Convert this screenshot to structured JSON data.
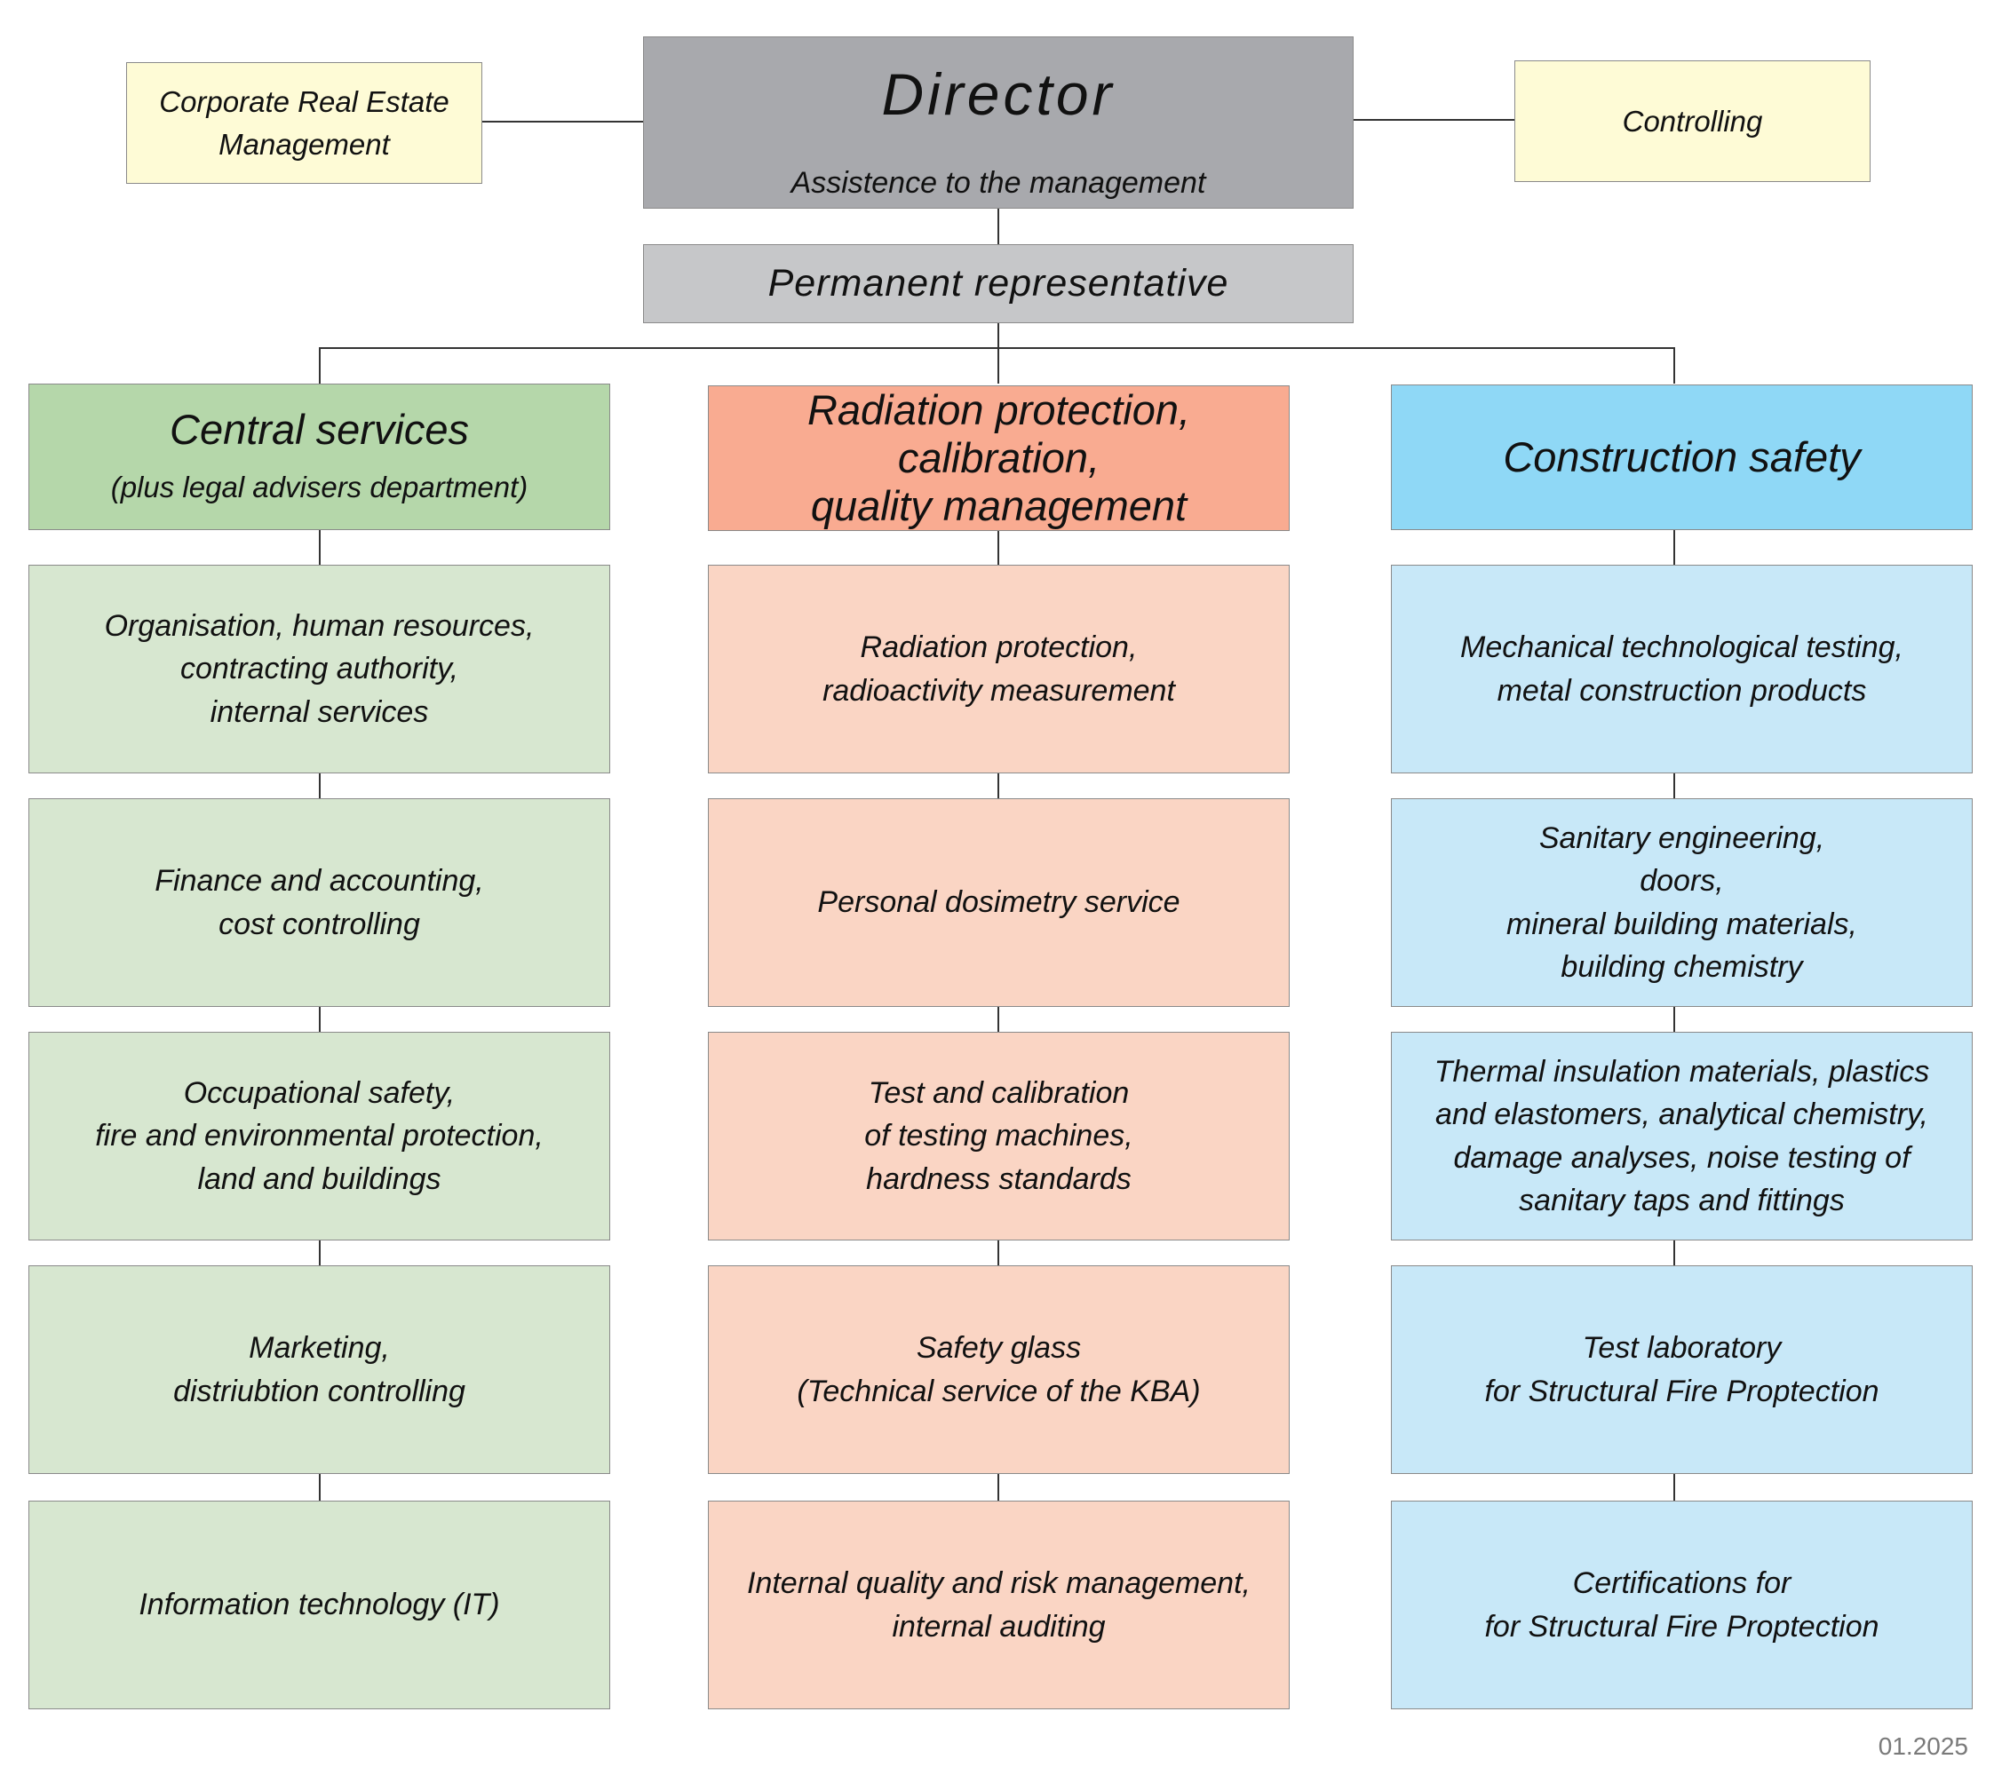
{
  "side_units": {
    "left": "Corporate Real Estate\nManagement",
    "right": "Controlling"
  },
  "director": {
    "title": "Director",
    "subtitle": "Assistence to the management"
  },
  "permanent_representative": "Permanent representative",
  "departments": [
    {
      "title": "Central services",
      "subtitle": "(plus legal advisers department)",
      "header_color": "#b5d7aa",
      "unit_color": "#d7e7d0",
      "units": [
        "Organisation, human resources,\ncontracting authority,\ninternal services",
        "Finance and accounting,\ncost controlling",
        "Occupational safety,\nfire and environmental protection,\nland and buildings",
        "Marketing,\ndistriubtion controlling",
        "Information technology (IT)"
      ]
    },
    {
      "title": "Radiation protection, calibration,\nquality management",
      "subtitle": "",
      "header_color": "#f9ab91",
      "unit_color": "#fad5c4",
      "units": [
        "Radiation protection,\nradioactivity measurement",
        "Personal dosimetry service",
        "Test and calibration\nof testing machines,\nhardness standards",
        "Safety glass\n(Technical service of the KBA)",
        "Internal quality and risk management,\ninternal auditing"
      ]
    },
    {
      "title": "Construction safety",
      "subtitle": "",
      "header_color": "#8fd8f6",
      "unit_color": "#c8e8f8",
      "units": [
        "Mechanical technological testing,\nmetal construction products",
        "Sanitary engineering,\ndoors,\nmineral building materials,\nbuilding chemistry",
        "Thermal insulation materials, plastics\nand elastomers, analytical chemistry,\ndamage analyses, noise testing of\nsanitary taps and fittings",
        "Test laboratory\nfor Structural Fire Proptection",
        "Certifications for\nfor Structural Fire Proptection"
      ]
    }
  ],
  "colors": {
    "side_unit": "#fefbd6",
    "director": "#a8a9ad",
    "permanent_representative": "#c6c7c9",
    "connector": "#333333"
  },
  "date_stamp": "01.2025"
}
